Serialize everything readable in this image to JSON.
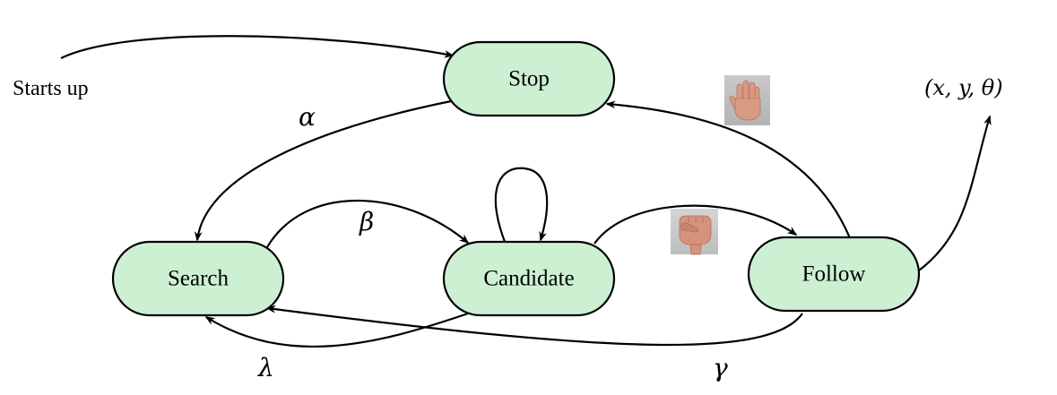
{
  "diagram": {
    "nodes": {
      "stop": "Stop",
      "search": "Search",
      "candidate": "Candidate",
      "follow": "Follow"
    },
    "start_label": "Starts up",
    "output_label": "(x, y, θ)",
    "edge_labels": {
      "alpha": "α",
      "beta": "β",
      "lambda": "λ",
      "gamma": "γ"
    },
    "gesture_icons": {
      "open_palm": "open-palm-hand-icon",
      "fist": "closed-fist-hand-icon"
    },
    "colors": {
      "node_fill": "#cdf0d3",
      "stroke": "#000000",
      "background": "#ffffff"
    }
  }
}
